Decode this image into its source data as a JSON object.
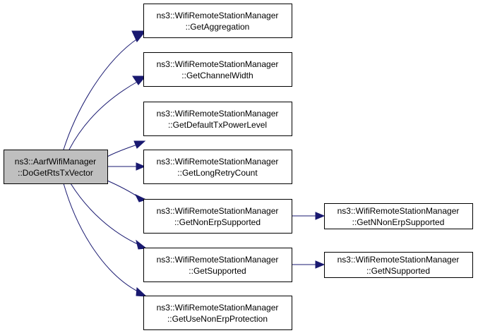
{
  "diagram": {
    "type": "call-graph",
    "colors": {
      "edge": "#191970",
      "node_border": "#000000",
      "node_fill": "#ffffff",
      "root_fill": "#bfbfbf",
      "text": "#000000"
    },
    "nodes": [
      {
        "id": "root",
        "line1": "ns3::AarfWifiManager",
        "line2": "::DoGetRtsTxVector",
        "highlighted": true
      },
      {
        "id": "get-aggregation",
        "line1": "ns3::WifiRemoteStationManager",
        "line2": "::GetAggregation"
      },
      {
        "id": "get-channel-width",
        "line1": "ns3::WifiRemoteStationManager",
        "line2": "::GetChannelWidth"
      },
      {
        "id": "get-default-tx-power-level",
        "line1": "ns3::WifiRemoteStationManager",
        "line2": "::GetDefaultTxPowerLevel"
      },
      {
        "id": "get-long-retry-count",
        "line1": "ns3::WifiRemoteStationManager",
        "line2": "::GetLongRetryCount"
      },
      {
        "id": "get-non-erp-supported",
        "line1": "ns3::WifiRemoteStationManager",
        "line2": "::GetNonErpSupported"
      },
      {
        "id": "get-supported",
        "line1": "ns3::WifiRemoteStationManager",
        "line2": "::GetSupported"
      },
      {
        "id": "get-use-non-erp-protection",
        "line1": "ns3::WifiRemoteStationManager",
        "line2": "::GetUseNonErpProtection"
      },
      {
        "id": "get-n-non-erp-supported",
        "line1": "ns3::WifiRemoteStationManager",
        "line2": "::GetNNonErpSupported"
      },
      {
        "id": "get-n-supported",
        "line1": "ns3::WifiRemoteStationManager",
        "line2": "::GetNSupported"
      }
    ],
    "edges": [
      {
        "from": "root",
        "to": "get-aggregation"
      },
      {
        "from": "root",
        "to": "get-channel-width"
      },
      {
        "from": "root",
        "to": "get-default-tx-power-level"
      },
      {
        "from": "root",
        "to": "get-long-retry-count"
      },
      {
        "from": "root",
        "to": "get-non-erp-supported"
      },
      {
        "from": "root",
        "to": "get-supported"
      },
      {
        "from": "root",
        "to": "get-use-non-erp-protection"
      },
      {
        "from": "get-non-erp-supported",
        "to": "get-n-non-erp-supported"
      },
      {
        "from": "get-supported",
        "to": "get-n-supported"
      }
    ]
  }
}
